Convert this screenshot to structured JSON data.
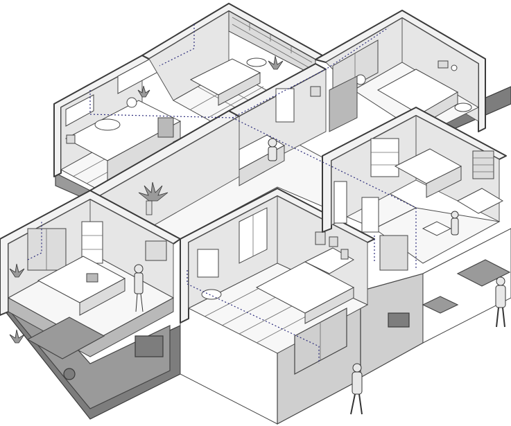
{
  "illustration": {
    "style": "isometric line drawing",
    "palette": {
      "outline": "#3a3a3a",
      "light": "#f2f2f2",
      "mid": "#cfcfcf",
      "dark": "#8a8a8a",
      "wiring": "#2a2a7a"
    },
    "rooms": [
      {
        "name": "kitchen"
      },
      {
        "name": "bathroom"
      },
      {
        "name": "living-room"
      },
      {
        "name": "hallway"
      },
      {
        "name": "office"
      },
      {
        "name": "bedroom"
      },
      {
        "name": "kids-room"
      },
      {
        "name": "lower-office"
      },
      {
        "name": "lower-storage"
      }
    ],
    "people": [
      {
        "name": "person-reading-on-sofa"
      },
      {
        "name": "person-standing-in-office"
      },
      {
        "name": "person-in-kids-room"
      },
      {
        "name": "person-walking-front"
      },
      {
        "name": "person-walking-right"
      }
    ]
  }
}
